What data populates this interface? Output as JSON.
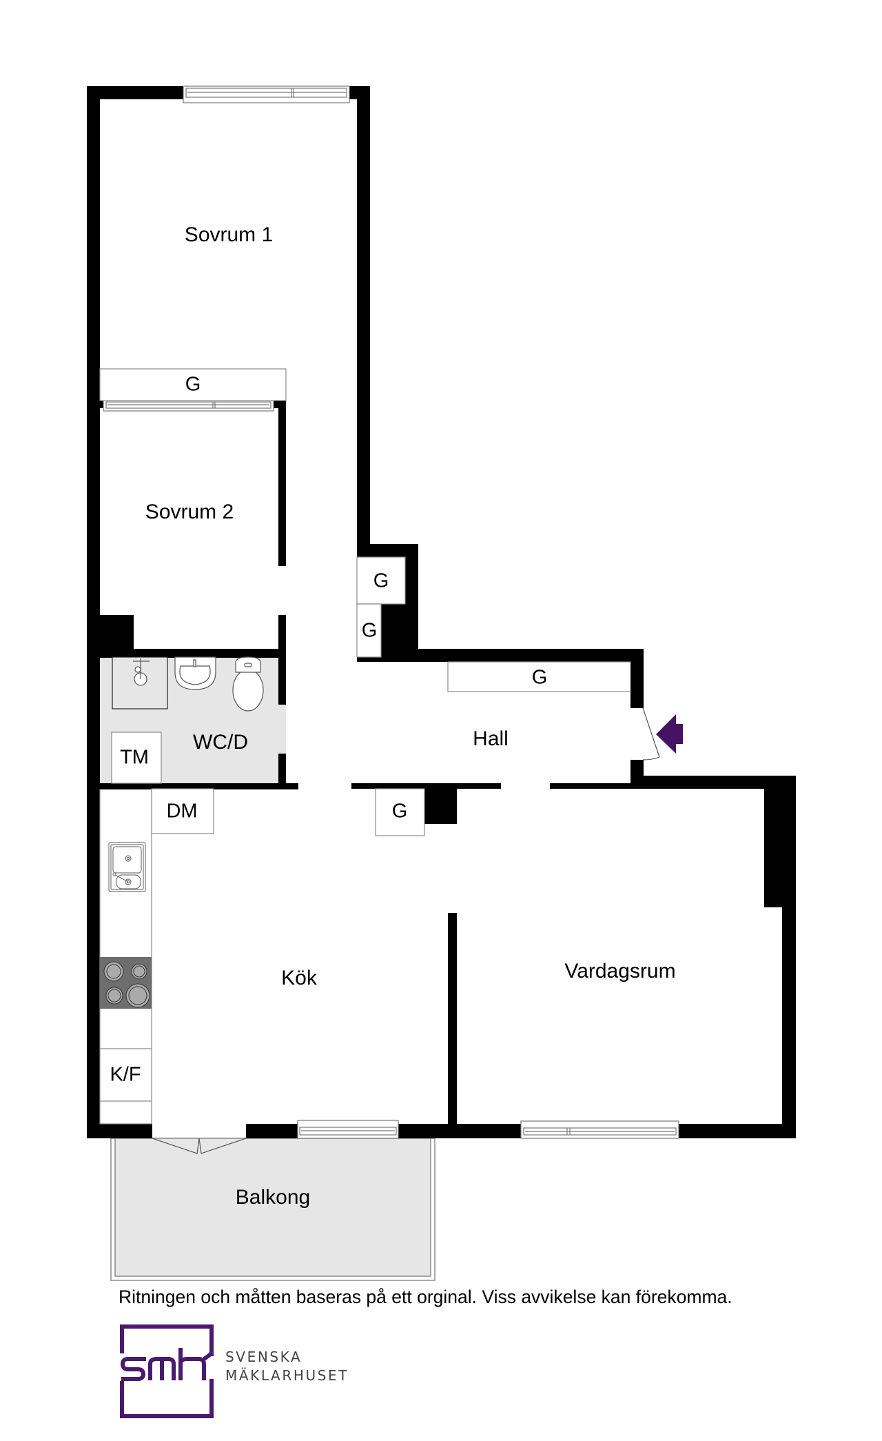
{
  "floorplan": {
    "rooms": {
      "sovrum1": "Sovrum 1",
      "sovrum2": "Sovrum 2",
      "wcd": "WC/D",
      "hall": "Hall",
      "kok": "Kök",
      "vardagsrum": "Vardagsrum",
      "balkong": "Balkong"
    },
    "fixtures": {
      "garderob_sovrum1": "G",
      "garderob_hall_upper": "G",
      "garderob_hall_lower": "G",
      "garderob_hall_long": "G",
      "garderob_kok": "G",
      "tvattmaskin": "TM",
      "diskmaskin": "DM",
      "kyl_frys": "K/F"
    },
    "entrance_icon": "entrance-arrow-icon",
    "colors": {
      "wall": "#000000",
      "wet_room_floor": "#e6e6e6",
      "balcony_floor": "#e6e6e6",
      "stove": "#6e6e6e",
      "entrance_arrow": "#461263",
      "brand": "#4a1a6e"
    }
  },
  "footer": {
    "disclaimer": "Ritningen och måtten baseras på ett orginal. Viss avvikelse kan förekomma.",
    "brand": {
      "mark": "smh",
      "line1": "SVENSKA",
      "line2": "MÄKLARHUSET"
    }
  }
}
